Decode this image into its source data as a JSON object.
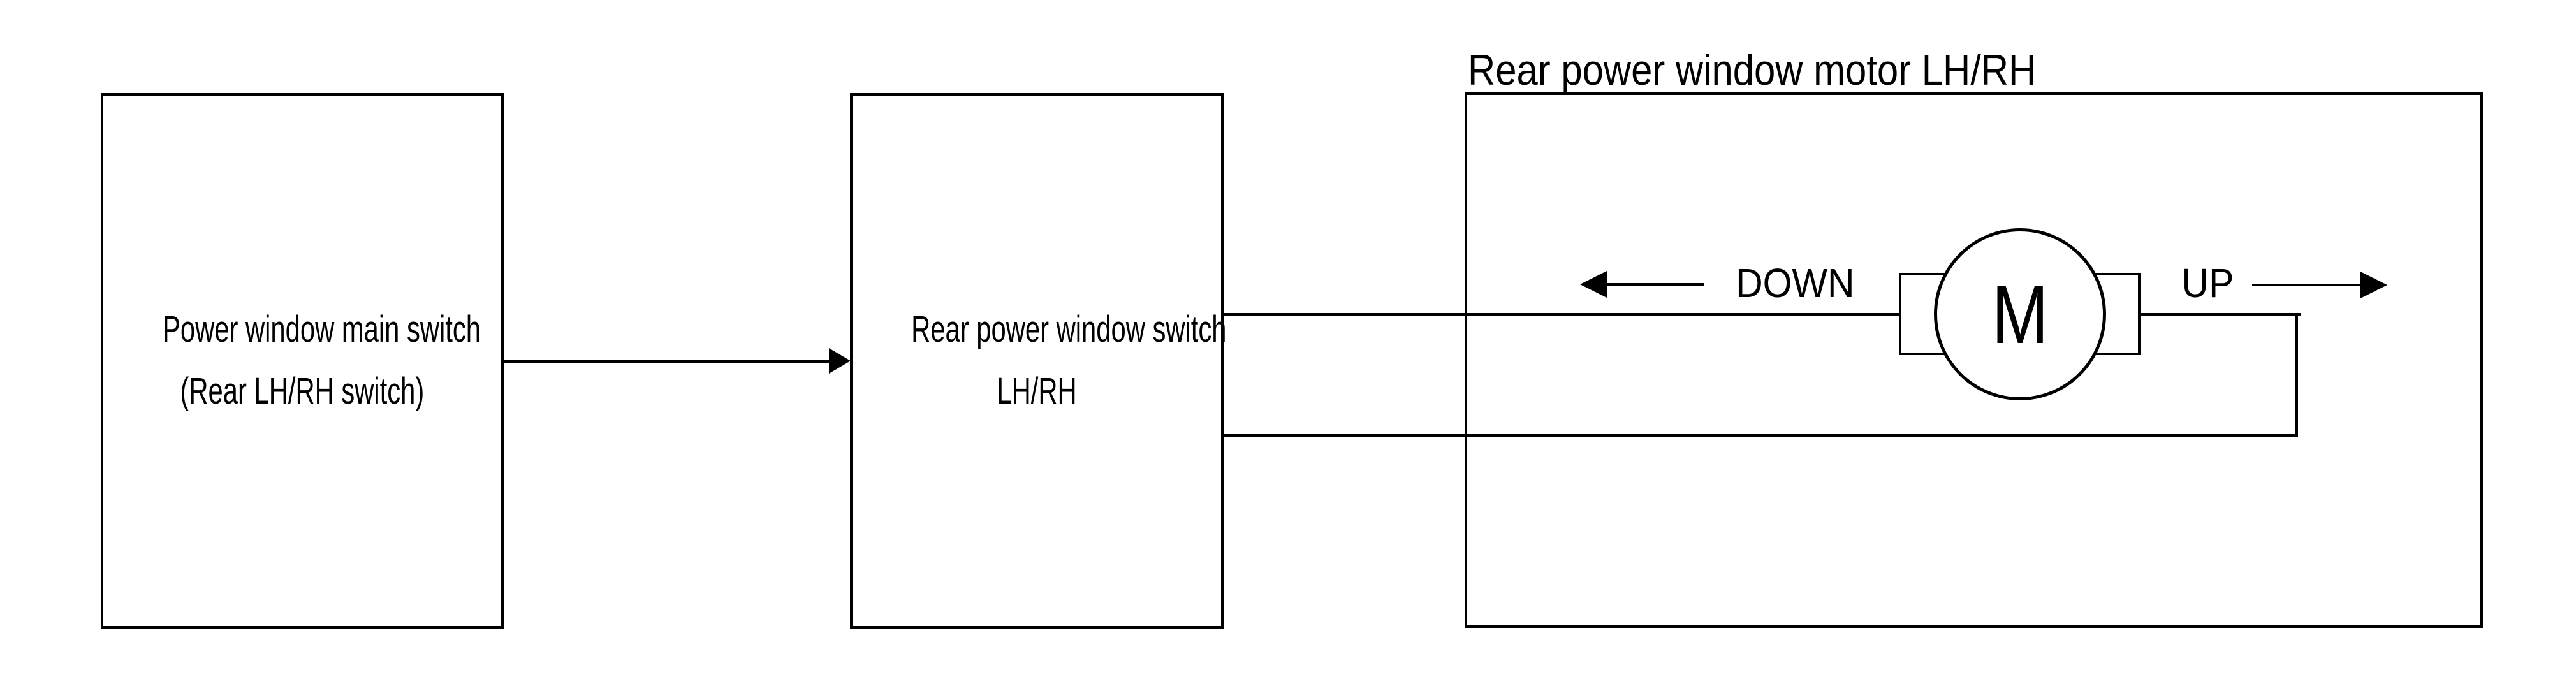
{
  "diagram": {
    "motor_section_title": "Rear power window motor LH/RH",
    "main_switch_box": {
      "line1": "Power window main switch",
      "line2": "(Rear LH/RH switch)"
    },
    "rear_switch_box": {
      "line1": "Rear power window switch",
      "line2": "LH/RH"
    },
    "motor_label": "M",
    "down_label": "DOWN",
    "up_label": "UP",
    "colors": {
      "stroke": "#000000",
      "background": "#ffffff"
    }
  }
}
